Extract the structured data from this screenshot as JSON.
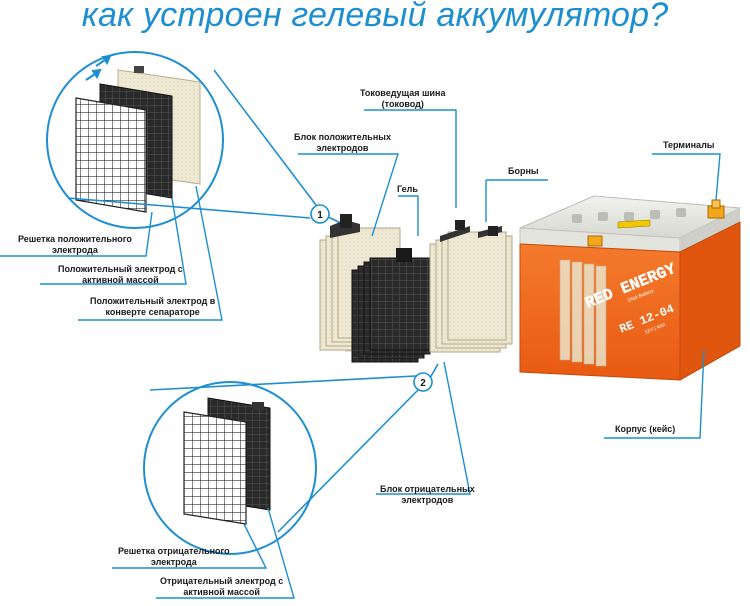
{
  "title": "как устроен гелевый аккумулятор?",
  "callouts": {
    "c1": "1",
    "c2": "2"
  },
  "labels": {
    "busbar": {
      "l1": "Токоведущая шина",
      "l2": "(токовод)"
    },
    "positive_block": {
      "l1": "Блок положительных",
      "l2": "электродов"
    },
    "gel": {
      "l1": "Гель"
    },
    "borny": {
      "l1": "Борны"
    },
    "terminals": {
      "l1": "Терминалы"
    },
    "pos_grid": {
      "l1": "Решетка положительного",
      "l2": "электрода"
    },
    "pos_electrode_mass": {
      "l1": "Положительный электрод с",
      "l2": "активной массой"
    },
    "pos_electrode_sep": {
      "l1": "Положительный электрод в",
      "l2": "конверте сепараторе"
    },
    "case": {
      "l1": "Корпус (кейс)"
    },
    "neg_block": {
      "l1": "Блок отрицательных",
      "l2": "электродов"
    },
    "neg_grid": {
      "l1": "Решетка отрицательного",
      "l2": "электрода"
    },
    "neg_electrode_mass": {
      "l1": "Отрицательный электрод с",
      "l2": "активной массой"
    }
  },
  "battery": {
    "brand": "RED ENERGY",
    "model": "RE 12-04",
    "spec": "12V | 4Ah",
    "sub": "DNA Battery"
  },
  "colors": {
    "accent": "#1d8fd1",
    "case": "#f26a1d",
    "plate": "#ece4cc",
    "dark_plate": "#222222"
  }
}
